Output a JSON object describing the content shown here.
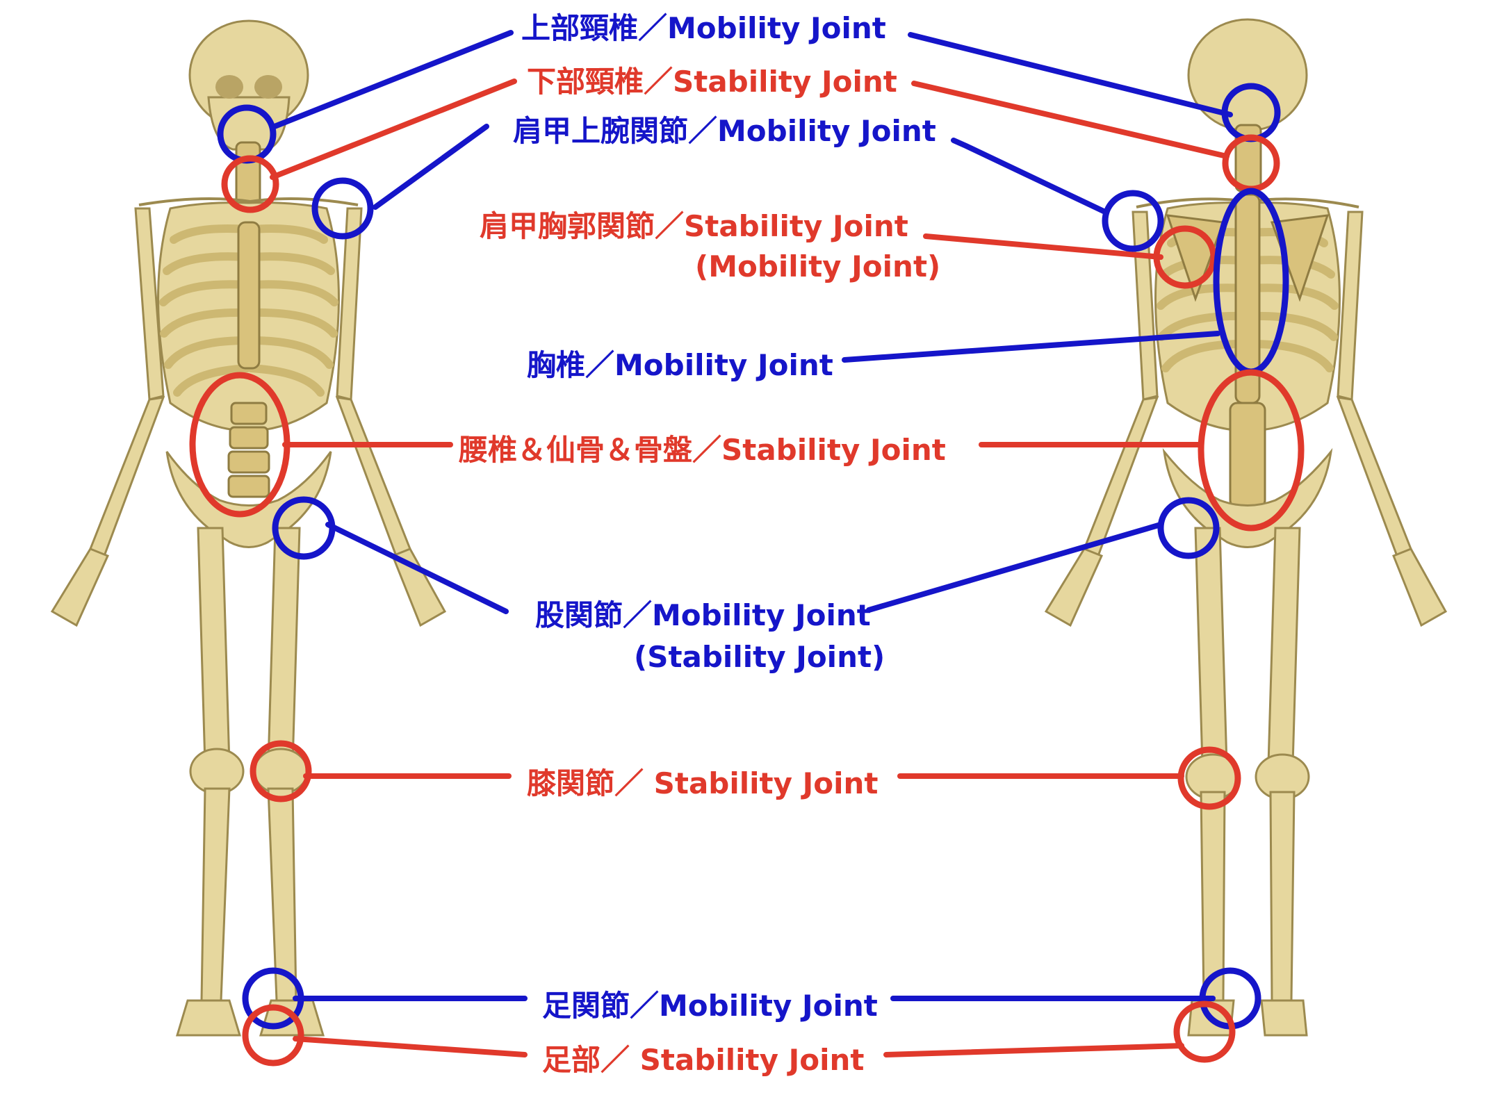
{
  "colors": {
    "mobility": "#1515c9",
    "stability": "#e0392b",
    "bone": "#e6d79e",
    "bone_outline": "#9c8a4f"
  },
  "labels": {
    "upper_cervical": "上部頸椎／Mobility Joint",
    "lower_cervical": "下部頸椎／Stability Joint",
    "glenohumeral": "肩甲上腕関節／Mobility Joint",
    "scapulothoracic": "肩甲胸郭関節／Stability Joint",
    "scapulothoracic_alt": "(Mobility Joint)",
    "thoracic": "胸椎／Mobility Joint",
    "lumbar_pelvis": "腰椎＆仙骨＆骨盤／Stability Joint",
    "hip": "股関節／Mobility Joint",
    "hip_alt": "(Stability Joint)",
    "knee": "膝関節／ Stability Joint",
    "ankle": "足関節／Mobility Joint",
    "foot": "足部／ Stability Joint"
  },
  "figures": {
    "front": "front-view-skeleton",
    "back": "back-view-skeleton"
  }
}
